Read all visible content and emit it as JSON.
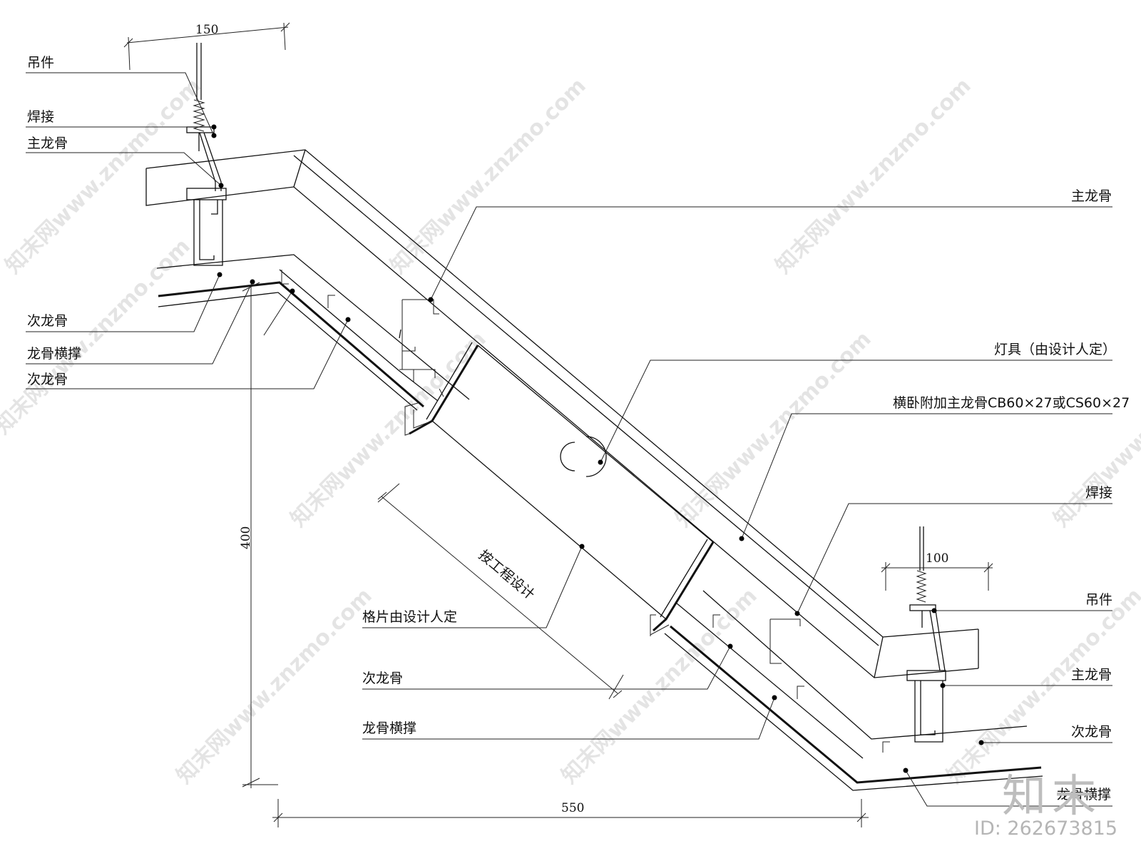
{
  "labels_left": {
    "hanger": "吊件",
    "weld": "焊接",
    "main_keel": "主龙骨",
    "secondary_keel_1": "次龙骨",
    "keel_brace": "龙骨横撑",
    "secondary_keel_2": "次龙骨"
  },
  "labels_right": {
    "main_keel_top": "主龙骨",
    "lamp": "灯具（由设计人定）",
    "extra_main_keel": "横卧附加主龙骨CB60×27或CS60×27",
    "weld": "焊接",
    "hanger": "吊件",
    "main_keel": "主龙骨",
    "secondary_keel": "次龙骨",
    "keel_brace": "龙骨横撑"
  },
  "labels_middle": {
    "per_design": "按工程设计",
    "grille": "格片由设计人定",
    "secondary_keel": "次龙骨",
    "keel_brace": "龙骨横撑"
  },
  "dimensions": {
    "top_width": "150",
    "right_width": "100",
    "height": "400",
    "bottom_width": "550"
  },
  "watermark": {
    "text": "知末网www.znzmo.com",
    "brand": "知末",
    "image_id": "ID: 262673815"
  }
}
